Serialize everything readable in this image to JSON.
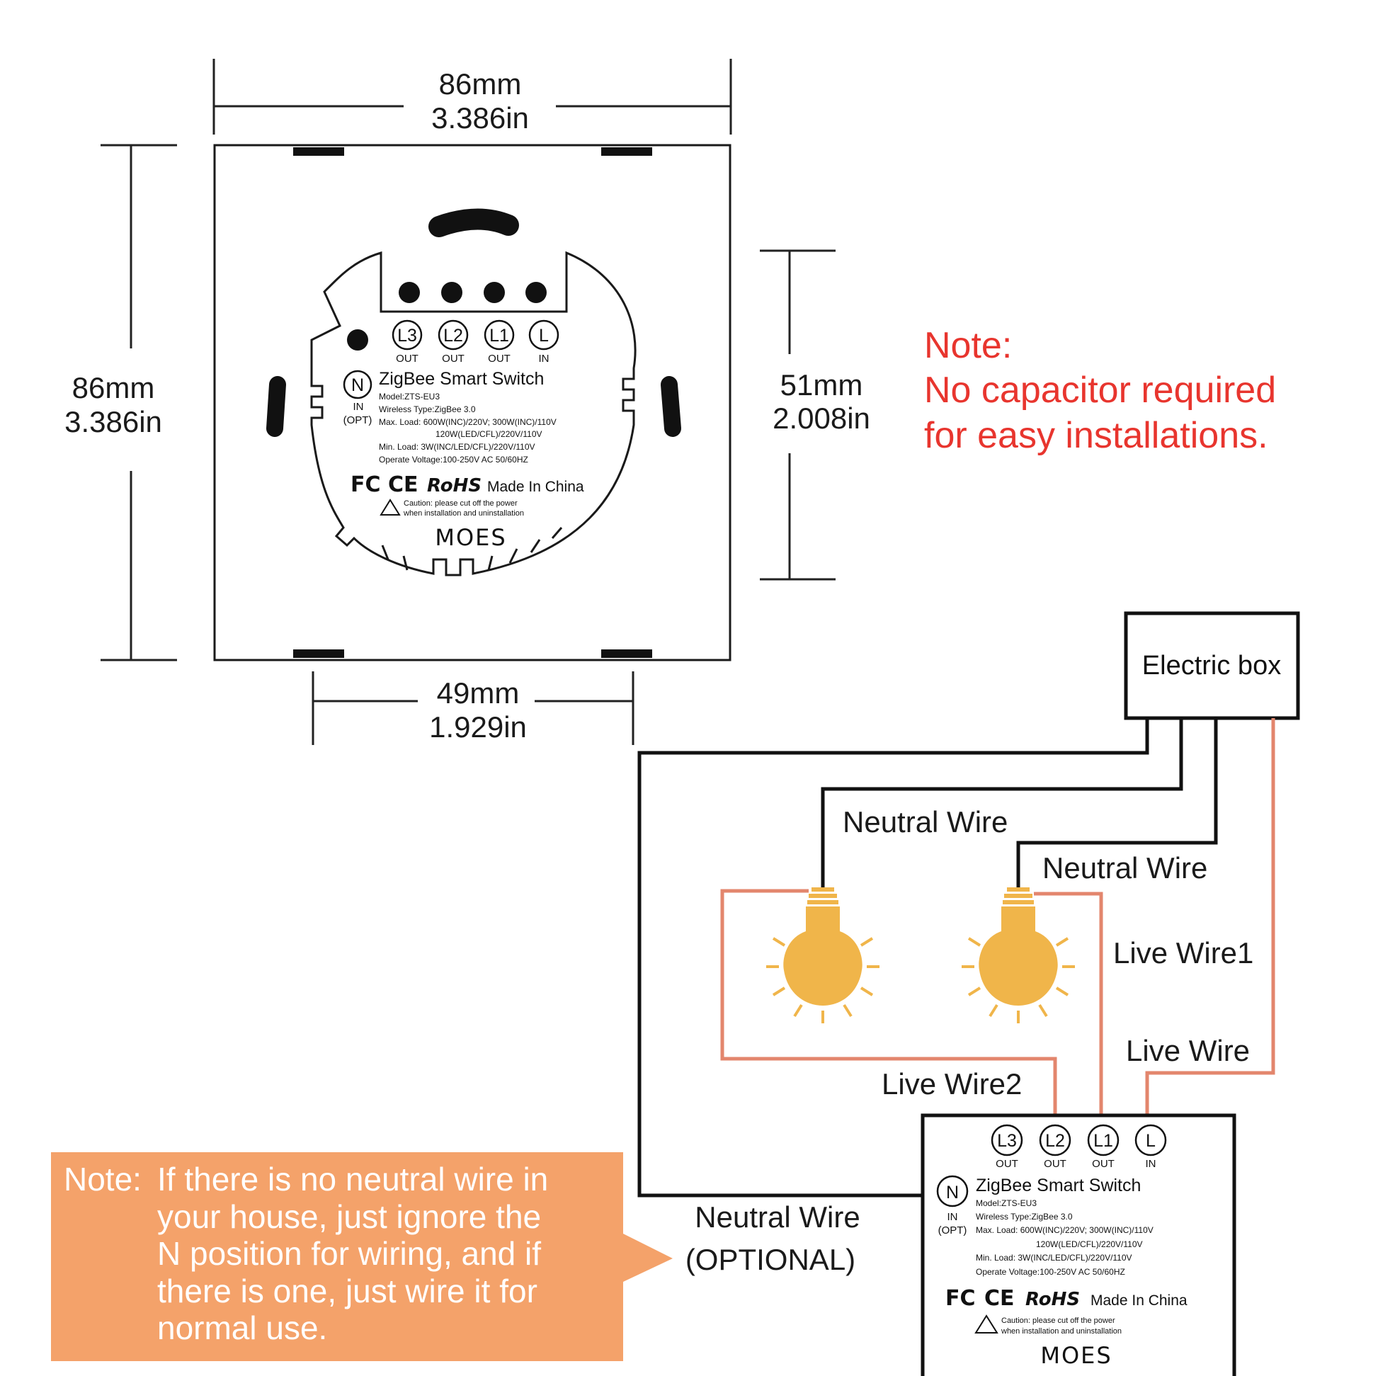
{
  "dimensions": {
    "top": {
      "mm": "86mm",
      "in": "3.386in"
    },
    "left": {
      "mm": "86mm",
      "in": "3.386in"
    },
    "right": {
      "mm": "51mm",
      "in": "2.008in"
    },
    "bottom": {
      "mm": "49mm",
      "in": "1.929in"
    }
  },
  "red_note": {
    "title": "Note:",
    "line1": "No capacitor required",
    "line2": "for easy installations."
  },
  "switch": {
    "terminals": [
      {
        "label": "L3",
        "sub": "OUT"
      },
      {
        "label": "L2",
        "sub": "OUT"
      },
      {
        "label": "L1",
        "sub": "OUT"
      },
      {
        "label": "L",
        "sub": "IN"
      }
    ],
    "neutral": {
      "label": "N",
      "sub1": "IN",
      "sub2": "(OPT)"
    },
    "product_name": "ZigBee Smart Switch",
    "model": "Model:ZTS-EU3",
    "wireless": "Wireless Type:ZigBee 3.0",
    "max_load1": "Max. Load: 600W(INC)/220V; 300W(INC)/110V",
    "max_load2": "120W(LED/CFL)/220V/110V",
    "min_load": "Min. Load: 3W(INC/LED/CFL)/220V/110V",
    "voltage": "Operate Voltage:100-250V AC 50/60HZ",
    "fc": "FC",
    "ce": "CE",
    "rohs": "RoHS",
    "made_in": "Made In China",
    "caution1": "Caution: please cut off the power",
    "caution2": "when installation and uninstallation",
    "brand": "MOES"
  },
  "wiring": {
    "electric_box": "Electric box",
    "neutral_wire_1": "Neutral Wire",
    "neutral_wire_2": "Neutral Wire",
    "live_wire_1": "Live Wire1",
    "live_wire": "Live Wire",
    "live_wire_2": "Live Wire2",
    "neutral_optional_1": "Neutral Wire",
    "neutral_optional_2": "(OPTIONAL)"
  },
  "orange_note": {
    "prefix": "Note:",
    "lines": [
      "If there is no neutral wire in",
      "your house, just ignore the",
      "N position for wiring, and if",
      "there is one, just wire it for",
      "normal use."
    ]
  },
  "colors": {
    "red_text": "#e8352e",
    "live_wire": "#e3866d",
    "bulb": "#f0b54a",
    "note_box": "#f4a26a"
  }
}
